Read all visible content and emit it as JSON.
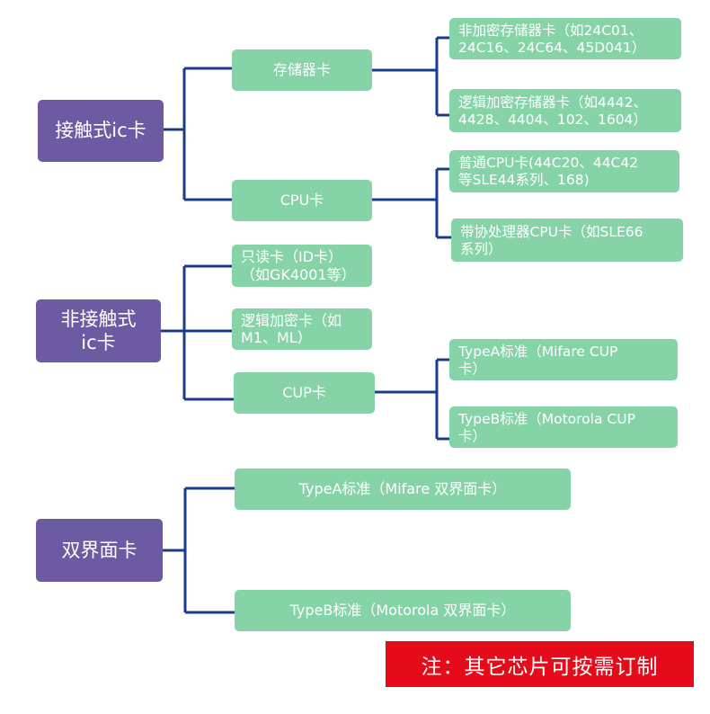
{
  "colors": {
    "root_fill": "#6c5ba3",
    "node_fill": "#87d3a8",
    "connector": "#1c3b8c",
    "note_fill": "#e50b1b",
    "text": "#ffffff"
  },
  "tree": {
    "contact": {
      "label": "接触式ic卡",
      "storage": {
        "label": "存储器卡",
        "nonencrypted": "非加密存储器卡（如24C01、\n24C16、24C64、45D041）",
        "logic_encrypted": "逻辑加密存储器卡（如4442、\n4428、4404、102、1604）"
      },
      "cpu": {
        "label": "CPU卡",
        "general": "普通CPU卡(44C20、44C42\n等SLE44系列、168)",
        "coprocessor": "带协处理器CPU卡（如SLE66\n系列）"
      }
    },
    "contactless": {
      "label": "非接触式\nic卡",
      "readonly": "只读卡（ID卡）\n（如GK4001等）",
      "logic_encrypted": "逻辑加密卡（如\nM1、ML）",
      "cup": {
        "label": "CUP卡",
        "typea": "TypeA标准（Mifare CUP\n卡）",
        "typeb": "TypeB标准（Motorola CUP\n卡）"
      }
    },
    "dual": {
      "label": "双界面卡",
      "typea": "TypeA标准（Mifare 双界面卡）",
      "typeb": "TypeB标准（Motorola 双界面卡）"
    }
  },
  "note": "注：其它芯片可按需订制"
}
